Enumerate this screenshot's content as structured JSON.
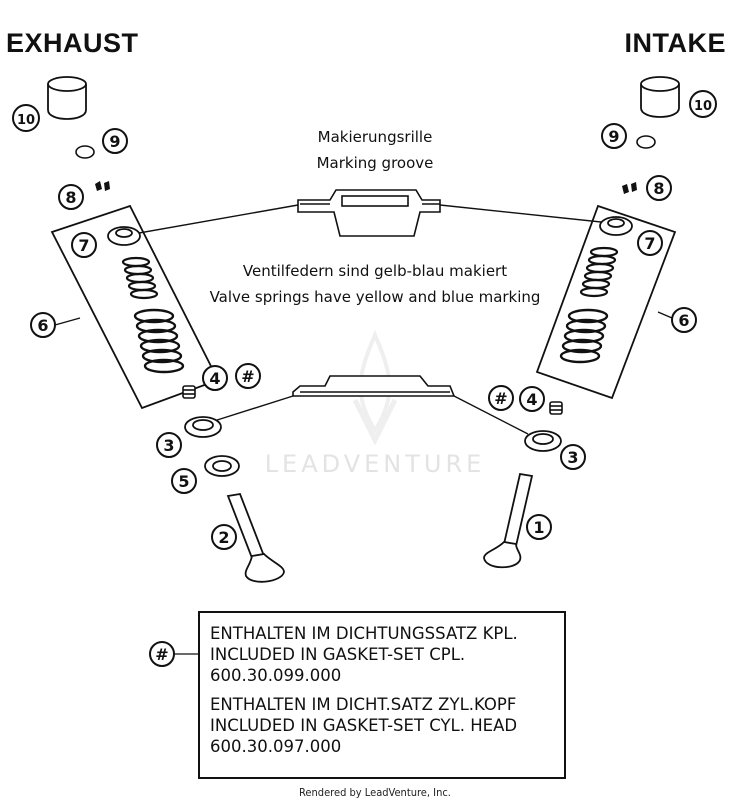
{
  "titles": {
    "exhaust": "EXHAUST",
    "intake": "INTAKE"
  },
  "notes": {
    "marking_groove_de": "Makierungsrille",
    "marking_groove_en": "Marking groove",
    "springs_de": "Ventilfedern sind gelb-blau makiert",
    "springs_en": "Valve springs have yellow and blue marking"
  },
  "callouts": {
    "n1": "1",
    "n2": "2",
    "n3": "3",
    "n4": "4",
    "n5": "5",
    "n6": "6",
    "n7": "7",
    "n8": "8",
    "n9": "9",
    "n10": "10",
    "hash": "#"
  },
  "legend": {
    "symbol": "#",
    "lines_a": [
      "ENTHALTEN IM DICHTUNGSSATZ KPL.",
      "INCLUDED IN GASKET-SET CPL.",
      "600.30.099.000"
    ],
    "lines_b": [
      "ENTHALTEN IM DICHT.SATZ ZYL.KOPF",
      "INCLUDED IN GASKET-SET CYL. HEAD",
      "600.30.097.000"
    ]
  },
  "watermark": "LEADVENTURE",
  "footer": "Rendered by LeadVenture, Inc."
}
